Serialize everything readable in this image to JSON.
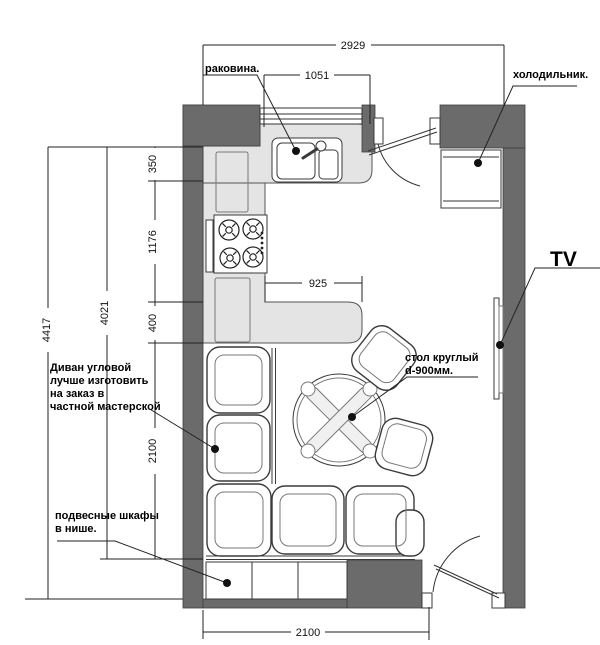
{
  "plan": {
    "labels": {
      "sink": "раковина.",
      "fridge": "холодильник.",
      "tv": "TV",
      "table_line1": "стол круглый",
      "table_line2": "d-900мм.",
      "sofa_line1": "Диван угловой",
      "sofa_line2": "лучше изготовить",
      "sofa_line3": "на заказ в",
      "sofa_line4": "частной мастерской",
      "cabinets_line1": "подвесные шкафы",
      "cabinets_line2": "в нише."
    },
    "dims": {
      "top_total": "2929",
      "top_counter": "1051",
      "left_350": "350",
      "left_1176": "1176",
      "left_400": "400",
      "left_2100": "2100",
      "left_4021": "4021",
      "left_4417": "4417",
      "peninsula_925": "925",
      "bottom_2100": "2100"
    },
    "colors": {
      "wall": "#6b6b6b",
      "counter": "#e4e4e4",
      "line": "#222222",
      "paper": "#ffffff"
    }
  }
}
